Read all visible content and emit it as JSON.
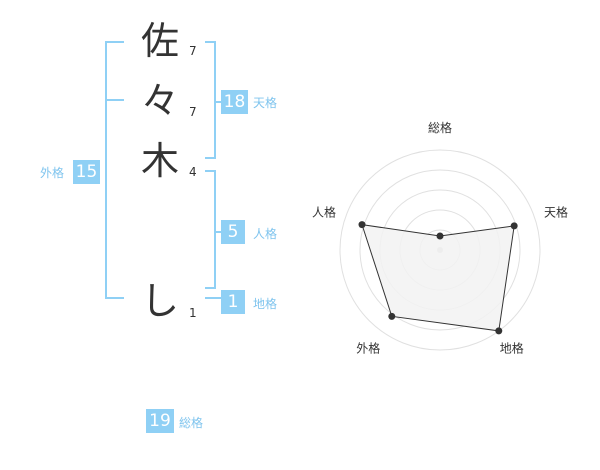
{
  "name_chars": [
    {
      "char": "佐",
      "strokes": "7"
    },
    {
      "char": "々",
      "strokes": "7"
    },
    {
      "char": "木",
      "strokes": "4"
    },
    {
      "char": "し",
      "strokes": "1"
    }
  ],
  "kakusu": {
    "tenkaku": {
      "value": "18",
      "label": "天格"
    },
    "jinkaku": {
      "value": "5",
      "label": "人格"
    },
    "chikaku": {
      "value": "1",
      "label": "地格"
    },
    "gaikaku": {
      "value": "15",
      "label": "外格"
    },
    "soukaku": {
      "value": "19",
      "label": "総格"
    }
  },
  "colors": {
    "accent": "#8fd0f5",
    "label": "#7fc4ee",
    "text": "#333333"
  },
  "chart_data": {
    "type": "radar",
    "axes": [
      "総格",
      "天格",
      "地格",
      "外格",
      "人格"
    ],
    "values": [
      0.14,
      0.78,
      1.0,
      0.82,
      0.82
    ],
    "max": 1.0,
    "rings": 5,
    "grid": true,
    "fill_color": "#f2f2f2",
    "line_color": "#333333",
    "grid_color": "#e0e0e0"
  }
}
